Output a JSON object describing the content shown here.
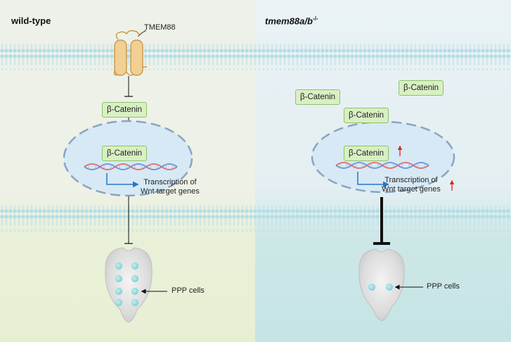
{
  "panels": {
    "left": {
      "title": "wild-type",
      "protein_label": "TMEM88",
      "cytoplasm_chip": "β-Catenin",
      "nucleus_chip": "β-Catenin",
      "transcription_line1": "Transcription of",
      "transcription_line2": "Wnt target genes",
      "cells_label": "PPP cells"
    },
    "right": {
      "title_main": "tmem88a/b",
      "title_sup": "-/-",
      "free_chip_1": "β-Catenin",
      "free_chip_2": "β-Catenin",
      "cytoplasm_chip": "β-Catenin",
      "nucleus_chip": "β-Catenin",
      "transcription_line1": "Transcription of",
      "transcription_line2": "Wnt target genes",
      "cells_label": "PPP cells"
    }
  },
  "colors": {
    "left_bg_top": "#eef2e8",
    "left_bg_bottom": "#e8f0d6",
    "right_bg_top": "#e8f1f4",
    "right_bg_bottom": "#c9e6e6",
    "membrane": "#b5dfe6",
    "chip_fill": "#d9efc4",
    "chip_border": "#8cc46a",
    "tmem88_fill": "#f2cf93",
    "nucleus_fill": "#d6e9f5",
    "dna_red": "#e06a6a",
    "dna_blue": "#6a92d6",
    "up_arrow": "#e02020",
    "ppp_dot": "#8fd6d9"
  }
}
